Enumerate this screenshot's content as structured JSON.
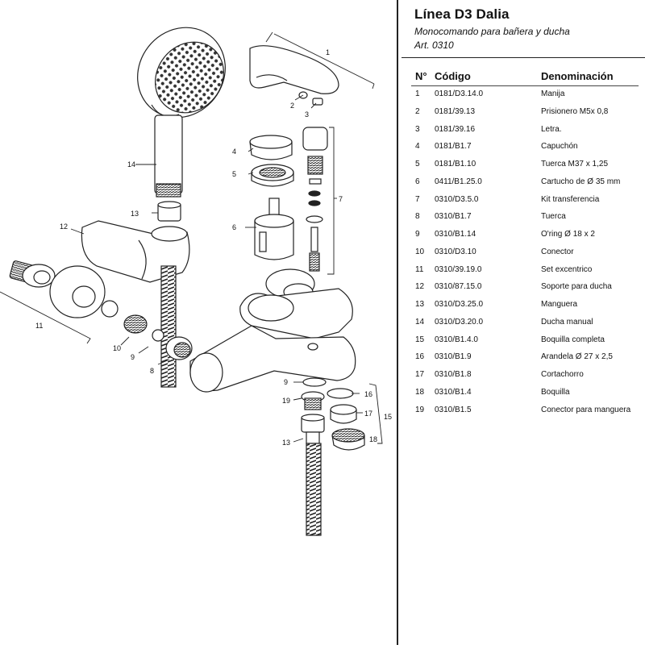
{
  "header": {
    "title": "Línea D3 Dalia",
    "subtitle": "Monocomando para bañera y ducha",
    "article": "Art. 0310"
  },
  "table": {
    "columns": [
      "N°",
      "Código",
      "Denominación"
    ],
    "rows": [
      {
        "no": "1",
        "code": "0181/D3.14.0",
        "name": "Manija"
      },
      {
        "no": "2",
        "code": "0181/39.13",
        "name": "Prisionero M5x 0,8"
      },
      {
        "no": "3",
        "code": "0181/39.16",
        "name": "Letra."
      },
      {
        "no": "4",
        "code": "0181/B1.7",
        "name": "Capuchón"
      },
      {
        "no": "5",
        "code": "0181/B1.10",
        "name": "Tuerca M37 x 1,25"
      },
      {
        "no": "6",
        "code": "0411/B1.25.0",
        "name": "Cartucho de Ø 35 mm"
      },
      {
        "no": "7",
        "code": "0310/D3.5.0",
        "name": "Kit transferencia"
      },
      {
        "no": "8",
        "code": "0310/B1.7",
        "name": "Tuerca"
      },
      {
        "no": "9",
        "code": "0310/B1.14",
        "name": "O'ring Ø  18 x 2"
      },
      {
        "no": "10",
        "code": "0310/D3.10",
        "name": "Conector"
      },
      {
        "no": "11",
        "code": "0310/39.19.0",
        "name": "Set excentrico"
      },
      {
        "no": "12",
        "code": "0310/87.15.0",
        "name": "Soporte para ducha"
      },
      {
        "no": "13",
        "code": "0310/D3.25.0",
        "name": "Manguera"
      },
      {
        "no": "14",
        "code": "0310/D3.20.0",
        "name": "Ducha manual"
      },
      {
        "no": "15",
        "code": "0310/B1.4.0",
        "name": "Boquilla completa"
      },
      {
        "no": "16",
        "code": "0310/B1.9",
        "name": "Arandela Ø 27 x 2,5"
      },
      {
        "no": "17",
        "code": "0310/B1.8",
        "name": "Cortachorro"
      },
      {
        "no": "18",
        "code": "0310/B1.4",
        "name": "Boquilla"
      },
      {
        "no": "19",
        "code": "0310/B1.5",
        "name": "Conector para manguera"
      }
    ]
  },
  "diagram": {
    "callouts": {
      "c1": "1",
      "c2": "2",
      "c3": "3",
      "c4": "4",
      "c5": "5",
      "c6": "6",
      "c7": "7",
      "c8": "8",
      "c9a": "9",
      "c9b": "9",
      "c10": "10",
      "c11": "11",
      "c12": "12",
      "c13a": "13",
      "c13b": "13",
      "c14": "14",
      "c15": "15",
      "c16": "16",
      "c17": "17",
      "c18": "18",
      "c19": "19"
    }
  }
}
